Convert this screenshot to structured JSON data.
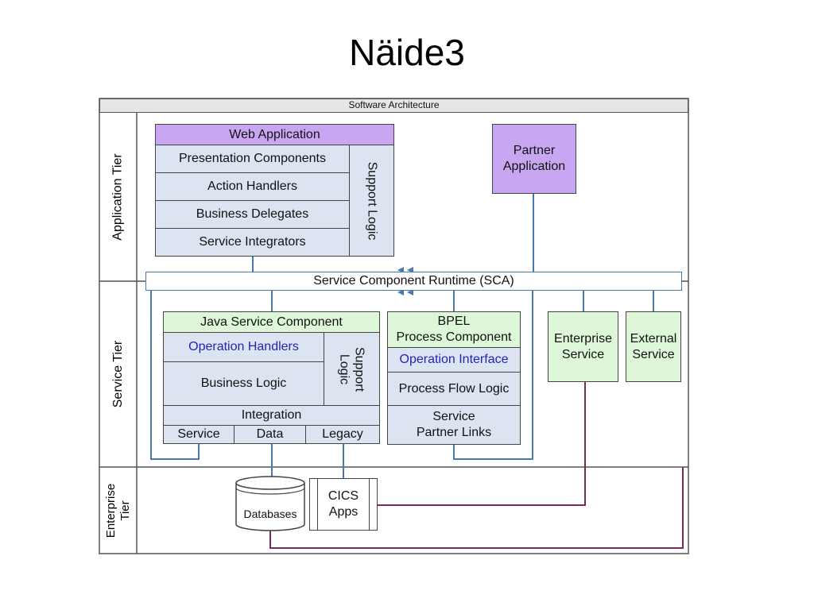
{
  "slide": {
    "title": "Näide3"
  },
  "diagram": {
    "frame_title": "Software Architecture",
    "tiers": {
      "application": "Application Tier",
      "service": "Service Tier",
      "enterprise": "Enterprise Tier"
    },
    "web_app": {
      "title": "Web Application",
      "layers": [
        "Presentation Components",
        "Action Handlers",
        "Business Delegates",
        "Service Integrators"
      ],
      "support": "Support Logic"
    },
    "partner_app": "Partner Application",
    "sca": "Service Component Runtime (SCA)",
    "java_component": {
      "title": "Java Service Component",
      "operation_handlers": "Operation Handlers",
      "business_logic": "Business Logic",
      "support": "Support Logic",
      "integration": "Integration",
      "integration_items": [
        "Service",
        "Data",
        "Legacy"
      ]
    },
    "bpel_component": {
      "title_line1": "BPEL",
      "title_line2": "Process Component",
      "operation_interface": "Operation Interface",
      "flow_logic": "Process Flow Logic",
      "partner_links": "Service Partner Links"
    },
    "enterprise_service": "Enterprise Service",
    "external_service": "External Service",
    "databases": "Databases",
    "cics_apps": "CICS Apps",
    "colors": {
      "purple": "#c9a6f2",
      "light_blue": "#dce4f1",
      "light_green": "#dff7d9",
      "blue_line": "#4a78b0",
      "maroon_line": "#7a2a5a",
      "blue_text": "#2323b4"
    }
  }
}
